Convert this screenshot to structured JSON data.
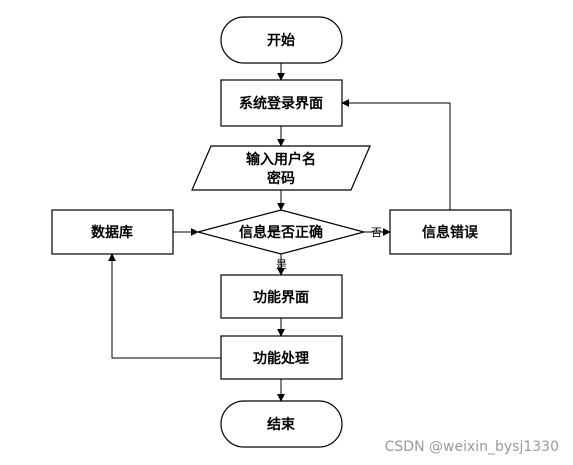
{
  "nodes": {
    "start": "开始",
    "login_screen": "系统登录界面",
    "input_line1": "输入用户名",
    "input_line2": "密码",
    "decision": "信息是否正确",
    "error": "信息错误",
    "database": "数据库",
    "function_screen": "功能界面",
    "function_process": "功能处理",
    "end": "结束"
  },
  "edges": {
    "no_label": "否",
    "yes_label": "是"
  },
  "watermark": "CSDN @weixin_bysj1330"
}
